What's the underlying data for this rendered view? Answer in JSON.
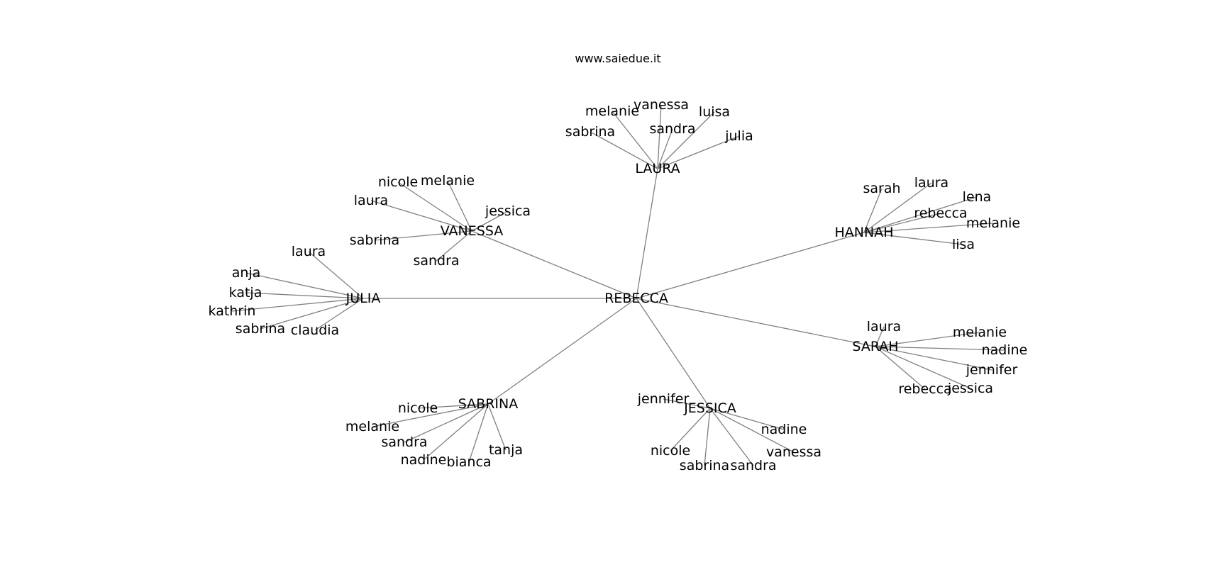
{
  "site_label": "www.saiedue.it",
  "colors": {
    "edge": "#808080",
    "text": "#000000",
    "background": "#ffffff"
  },
  "root": "REBECCA",
  "clusters": [
    {
      "hub": "LAURA",
      "leaves": [
        "sabrina",
        "melanie",
        "vanessa",
        "sandra",
        "luisa",
        "julia"
      ]
    },
    {
      "hub": "VANESSA",
      "leaves": [
        "nicole",
        "melanie",
        "laura",
        "jessica",
        "sabrina",
        "sandra"
      ]
    },
    {
      "hub": "HANNAH",
      "leaves": [
        "sarah",
        "laura",
        "lena",
        "rebecca",
        "melanie",
        "lisa"
      ]
    },
    {
      "hub": "JULIA",
      "leaves": [
        "laura",
        "anja",
        "katja",
        "kathrin",
        "sabrina",
        "claudia"
      ]
    },
    {
      "hub": "SARAH",
      "leaves": [
        "laura",
        "melanie",
        "nadine",
        "jennifer",
        "rebecca",
        "jessica"
      ]
    },
    {
      "hub": "SABRINA",
      "leaves": [
        "nicole",
        "melanie",
        "sandra",
        "nadine",
        "bianca",
        "tanja"
      ]
    },
    {
      "hub": "JESSICA",
      "leaves": [
        "jennifer",
        "nadine",
        "vanessa",
        "nicole",
        "sabrina",
        "sandra"
      ]
    }
  ]
}
